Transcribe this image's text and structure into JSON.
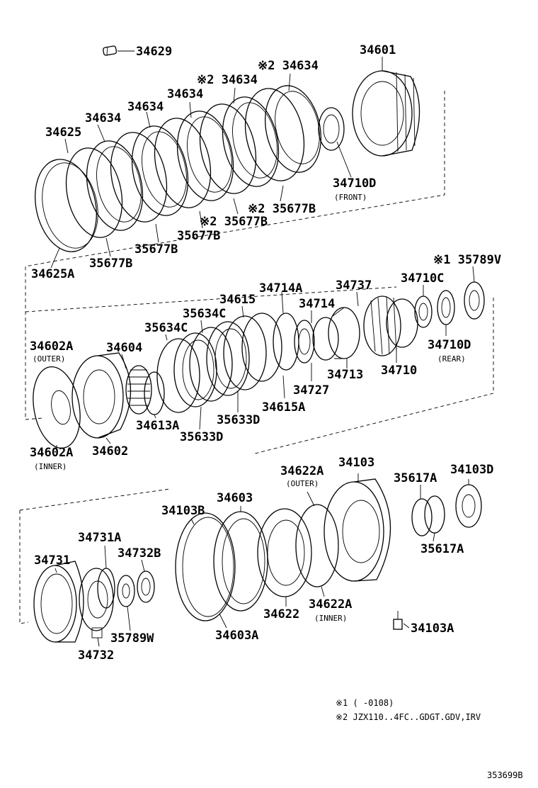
{
  "diagram": {
    "labels": [
      {
        "id": "l34629",
        "text": "34629"
      },
      {
        "id": "l34601",
        "text": "34601"
      },
      {
        "id": "l34634a",
        "text": "※2 34634"
      },
      {
        "id": "l34634b",
        "text": "※2 34634"
      },
      {
        "id": "l34634c",
        "text": "34634"
      },
      {
        "id": "l34634d",
        "text": "34634"
      },
      {
        "id": "l34634e",
        "text": "34634"
      },
      {
        "id": "l34625",
        "text": "34625"
      },
      {
        "id": "l34710Dfront",
        "text": "34710D"
      },
      {
        "id": "sFront",
        "text": "(FRONT)"
      },
      {
        "id": "l35677B1",
        "text": "※2 35677B"
      },
      {
        "id": "l35677B2",
        "text": "※2 35677B"
      },
      {
        "id": "l35677B3",
        "text": "35677B"
      },
      {
        "id": "l35677B4",
        "text": "35677B"
      },
      {
        "id": "l35677B5",
        "text": "35677B"
      },
      {
        "id": "l34625A",
        "text": "34625A"
      },
      {
        "id": "l35789V",
        "text": "※1 35789V"
      },
      {
        "id": "l34737",
        "text": "34737"
      },
      {
        "id": "l34710C",
        "text": "34710C"
      },
      {
        "id": "l34714A",
        "text": "34714A"
      },
      {
        "id": "l34615",
        "text": "34615"
      },
      {
        "id": "l34714",
        "text": "34714"
      },
      {
        "id": "l35634C1",
        "text": "35634C"
      },
      {
        "id": "l35634C2",
        "text": "35634C"
      },
      {
        "id": "l34602Aouter",
        "text": "34602A"
      },
      {
        "id": "sOuter1",
        "text": "(OUTER)"
      },
      {
        "id": "l34604",
        "text": "34604"
      },
      {
        "id": "l34710Drear",
        "text": "34710D"
      },
      {
        "id": "sRear",
        "text": "(REAR)"
      },
      {
        "id": "l34713",
        "text": "34713"
      },
      {
        "id": "l34710",
        "text": "34710"
      },
      {
        "id": "l34727",
        "text": "34727"
      },
      {
        "id": "l34615A",
        "text": "34615A"
      },
      {
        "id": "l35633D1",
        "text": "35633D"
      },
      {
        "id": "l35633D2",
        "text": "35633D"
      },
      {
        "id": "l34613A",
        "text": "34613A"
      },
      {
        "id": "l34602Ainner",
        "text": "34602A"
      },
      {
        "id": "sInner1",
        "text": "(INNER)"
      },
      {
        "id": "l34602",
        "text": "34602"
      },
      {
        "id": "l34622Aouter",
        "text": "34622A"
      },
      {
        "id": "sOuter2",
        "text": "(OUTER)"
      },
      {
        "id": "l34103",
        "text": "34103"
      },
      {
        "id": "l35617A1",
        "text": "35617A"
      },
      {
        "id": "l34103D",
        "text": "34103D"
      },
      {
        "id": "l34603",
        "text": "34603"
      },
      {
        "id": "l34103B",
        "text": "34103B"
      },
      {
        "id": "l34731A",
        "text": "34731A"
      },
      {
        "id": "l34732B",
        "text": "34732B"
      },
      {
        "id": "l34731",
        "text": "34731"
      },
      {
        "id": "l35617A2",
        "text": "35617A"
      },
      {
        "id": "l34622",
        "text": "34622"
      },
      {
        "id": "l34622Ainner",
        "text": "34622A"
      },
      {
        "id": "sInner2",
        "text": "(INNER)"
      },
      {
        "id": "l34103A",
        "text": "34103A"
      },
      {
        "id": "l35789W",
        "text": "35789W"
      },
      {
        "id": "l34603A",
        "text": "34603A"
      },
      {
        "id": "l34732",
        "text": "34732"
      }
    ],
    "notes": [
      {
        "id": "n1",
        "text": "※1 (     -0108)"
      },
      {
        "id": "n2",
        "text": "※2 JZX110..4FC..GDGT.GDV,IRV"
      }
    ],
    "footer_code": "353699B"
  }
}
